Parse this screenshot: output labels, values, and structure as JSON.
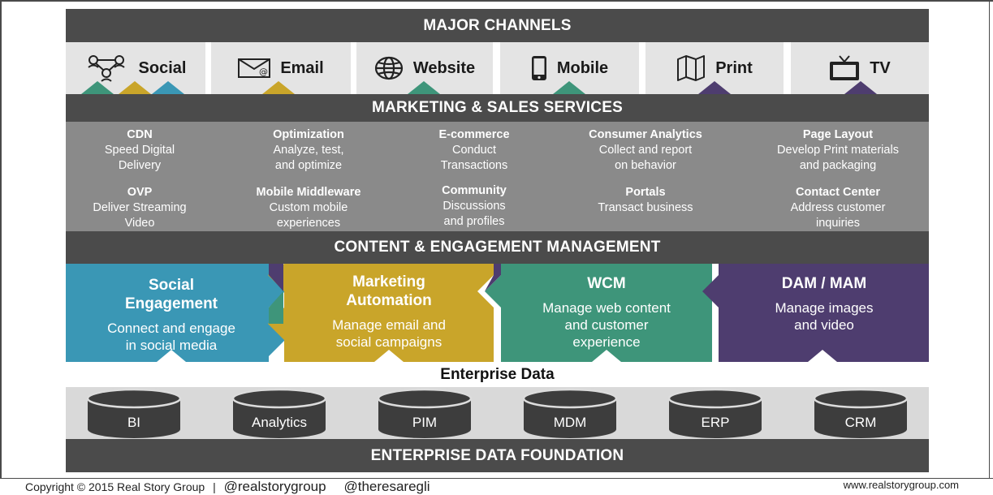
{
  "headers": {
    "major_channels": "MAJOR CHANNELS",
    "marketing_sales": "MARKETING & SALES SERVICES",
    "content_engagement": "CONTENT & ENGAGEMENT MANAGEMENT",
    "enterprise_data": "Enterprise Data",
    "enterprise_foundation": "ENTERPRISE DATA FOUNDATION"
  },
  "channels": [
    {
      "label": "Social",
      "icon": "people-network-icon"
    },
    {
      "label": "Email",
      "icon": "envelope-icon"
    },
    {
      "label": "Website",
      "icon": "globe-icon"
    },
    {
      "label": "Mobile",
      "icon": "mobile-phone-icon"
    },
    {
      "label": "Print",
      "icon": "folded-map-icon"
    },
    {
      "label": "TV",
      "icon": "tv-icon"
    }
  ],
  "services": [
    {
      "title": "CDN",
      "desc": [
        "Speed Digital",
        "Delivery"
      ]
    },
    {
      "title": "Optimization",
      "desc": [
        "Analyze, test,",
        "and optimize"
      ]
    },
    {
      "title": "E-commerce",
      "desc": [
        "Conduct",
        "Transactions"
      ]
    },
    {
      "title": "Consumer Analytics",
      "desc": [
        "Collect and report",
        "on behavior"
      ]
    },
    {
      "title": "Page Layout",
      "desc": [
        "Develop Print materials",
        "and packaging"
      ]
    },
    {
      "title": "OVP",
      "desc": [
        "Deliver Streaming",
        "Video"
      ]
    },
    {
      "title": "Mobile Middleware",
      "desc": [
        "Custom mobile",
        "experiences"
      ]
    },
    {
      "title": "Community",
      "desc": [
        "Discussions",
        "and profiles"
      ]
    },
    {
      "title": "Portals",
      "desc": [
        "Transact business"
      ]
    },
    {
      "title": "Contact Center",
      "desc": [
        "Address customer",
        "inquiries"
      ]
    }
  ],
  "cem": [
    {
      "title": [
        "Social",
        "Engagement"
      ],
      "desc": [
        "Connect and engage",
        "in social media"
      ]
    },
    {
      "title": [
        "Marketing",
        "Automation"
      ],
      "desc": [
        "Manage email and",
        "social campaigns"
      ]
    },
    {
      "title": [
        "WCM"
      ],
      "desc": [
        "Manage web content",
        "and customer",
        "experience"
      ]
    },
    {
      "title": [
        "DAM / MAM"
      ],
      "desc": [
        "Manage images",
        "and video"
      ]
    }
  ],
  "databases": [
    "BI",
    "Analytics",
    "PIM",
    "MDM",
    "ERP",
    "CRM"
  ],
  "colors": {
    "teal_blue": "#3a97b5",
    "mustard": "#c9a52a",
    "green": "#3e957a",
    "purple": "#4e3d6f",
    "dark_bar": "#4b4b4b",
    "gray_services": "#8a8a8a",
    "channel_bg": "#e4e4e4",
    "db_row": "#d9d9d9"
  },
  "footer": {
    "copyright": "Copyright © 2015 Real Story Group",
    "separator": "|",
    "handle1": "@realstorygroup",
    "handle2": "@theresaregli",
    "website": "www.realstorygroup.com"
  }
}
